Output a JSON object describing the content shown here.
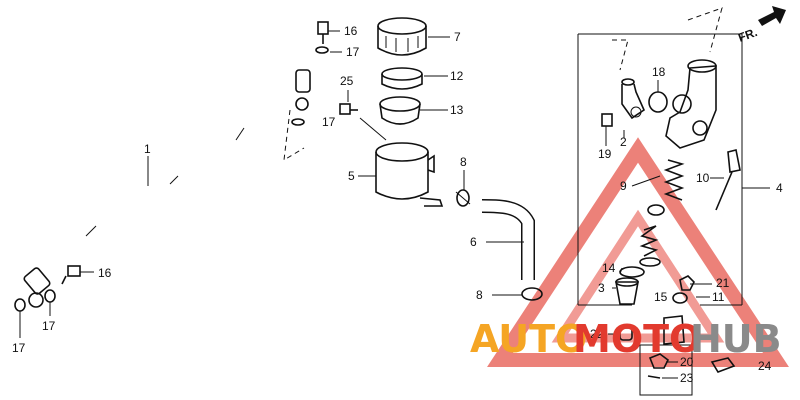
{
  "direction_label": "FR.",
  "callouts": [
    {
      "id": "c1",
      "text": "1"
    },
    {
      "id": "c2",
      "text": "2"
    },
    {
      "id": "c3",
      "text": "3"
    },
    {
      "id": "c4",
      "text": "4"
    },
    {
      "id": "c5",
      "text": "5"
    },
    {
      "id": "c6",
      "text": "6"
    },
    {
      "id": "c7",
      "text": "7"
    },
    {
      "id": "c8a",
      "text": "8"
    },
    {
      "id": "c8b",
      "text": "8"
    },
    {
      "id": "c9",
      "text": "9"
    },
    {
      "id": "c10",
      "text": "10"
    },
    {
      "id": "c11",
      "text": "11"
    },
    {
      "id": "c12",
      "text": "12"
    },
    {
      "id": "c13",
      "text": "13"
    },
    {
      "id": "c14",
      "text": "14"
    },
    {
      "id": "c15",
      "text": "15"
    },
    {
      "id": "c16a",
      "text": "16"
    },
    {
      "id": "c16b",
      "text": "16"
    },
    {
      "id": "c17a",
      "text": "17"
    },
    {
      "id": "c17b",
      "text": "17"
    },
    {
      "id": "c17c",
      "text": "17"
    },
    {
      "id": "c17d",
      "text": "17"
    },
    {
      "id": "c18",
      "text": "18"
    },
    {
      "id": "c19",
      "text": "19"
    },
    {
      "id": "c20",
      "text": "20"
    },
    {
      "id": "c21",
      "text": "21"
    },
    {
      "id": "c22",
      "text": "22"
    },
    {
      "id": "c23",
      "text": "23"
    },
    {
      "id": "c24",
      "text": "24"
    },
    {
      "id": "c25",
      "text": "25"
    }
  ],
  "watermark": {
    "text_a": "AUTO",
    "text_b": "MOTO",
    "text_c": "HUB",
    "color_orange": "#f5a524",
    "color_red": "#e23a2e",
    "color_gray": "#8a8a8a"
  }
}
